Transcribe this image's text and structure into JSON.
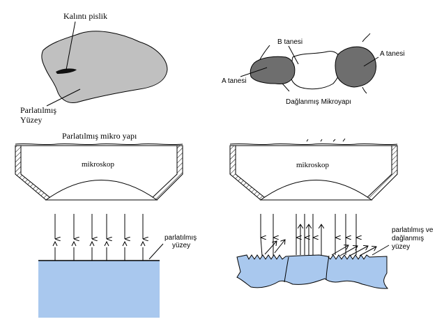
{
  "labels": {
    "residue": "Kalıntı pislik",
    "polished_surface_1": "Parlatılmış",
    "polished_surface_2": "Yüzey",
    "grain_b": "B tanesi",
    "grain_a_left": "A tanesi",
    "grain_a_right": "A tanesi",
    "etched_micro": "Dağlanmış Mikroyapı",
    "polished_micro": "Parlatılmış mikro yapı",
    "microscope_left": "mikroskop",
    "microscope_right": "mikroskop",
    "surface_left_1": "parlatılmış",
    "surface_left_2": "yüzey",
    "surface_right_1": "parlatılmış ve",
    "surface_right_2": "dağlanmış",
    "surface_right_3": "yüzey"
  },
  "colors": {
    "sample_fill": "#c0c0c0",
    "grain_dark": "#6e6e6e",
    "specimen_blue": "#a9c8ee",
    "line": "#000000"
  }
}
